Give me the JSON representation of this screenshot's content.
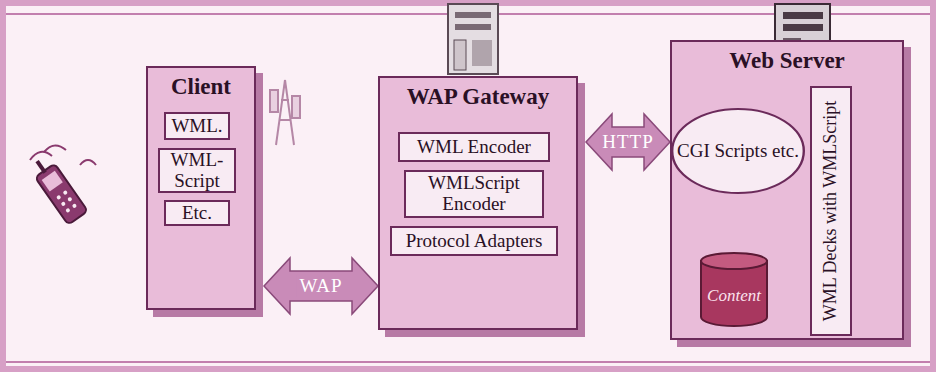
{
  "diagram": {
    "nodes": [
      {
        "text": [
          "Client"
        ]
      },
      {
        "text": [
          "WML."
        ],
        "in": 0
      },
      {
        "text": [
          "WML-Script"
        ],
        "in": 0
      },
      {
        "text": [
          "Etc."
        ],
        "in": 0
      },
      {
        "text": [
          "WAP Gateway"
        ]
      },
      {
        "text": [
          "WML Encoder"
        ],
        "in": 4
      },
      {
        "text": [
          "WMLScript Encoder"
        ],
        "in": 4
      },
      {
        "text": [
          "Protocol Adapters"
        ],
        "in": 4
      },
      {
        "text": [
          "Web Server"
        ]
      },
      {
        "text": [
          "CGI Scripts etc."
        ],
        "in": 8
      },
      {
        "text": [
          "Content"
        ],
        "in": 8
      },
      {
        "text": [
          "WML Decks with WMLScript"
        ],
        "in": 8
      }
    ],
    "edges": [
      {
        "from": 0,
        "to": 4,
        "arrow": "both",
        "label": "WAP"
      },
      {
        "from": 4,
        "to": 8,
        "arrow": "both",
        "label": "HTTP"
      }
    ]
  }
}
